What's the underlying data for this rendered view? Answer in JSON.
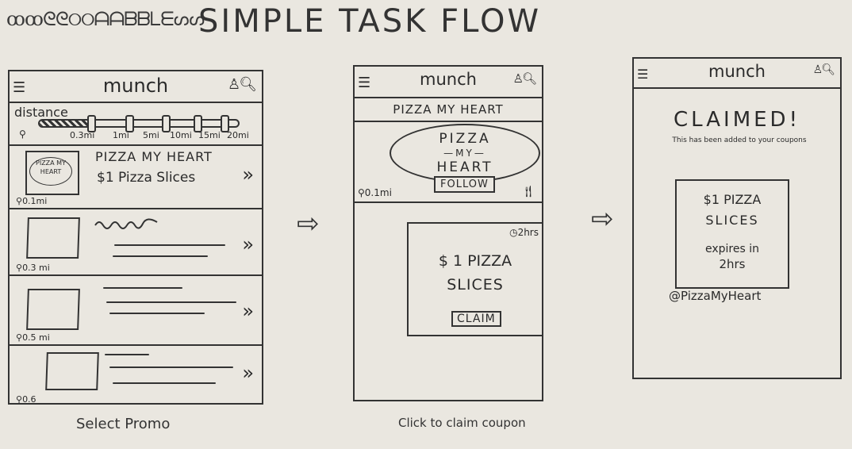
{
  "header": {
    "scribble": "ꝏꝏᘓᘓ୦୦ᗩᗩᗷᗷᒪᗴᔕᔕ",
    "title": "SIMPLE TASK FLOW"
  },
  "app": {
    "brand": "munch",
    "menu_icon": "hamburger-icon",
    "profile_icon": "person-icon",
    "search_icon": "search-icon"
  },
  "screen1": {
    "distance_label": "distance",
    "ticks": [
      "0.3mi",
      "1mi",
      "5mi",
      "10mi",
      "15mi",
      "20mi"
    ],
    "slider_value_fraction": 0.25,
    "promos": [
      {
        "name": "PIZZA MY HEART",
        "deal": "$1 Pizza Slices",
        "distance": "0.1mi",
        "logo": "PIZZA MY HEART"
      },
      {
        "distance": "0.3 mi"
      },
      {
        "distance": "0.5 mi"
      },
      {
        "distance": "0.6"
      }
    ],
    "chevron": "»",
    "caption": "Select Promo"
  },
  "screen2": {
    "venue_name": "PIZZA MY HEART",
    "logo_lines": [
      "PIZZA",
      "—MY—",
      "HEART"
    ],
    "follow_label": "FOLLOW",
    "distance": "0.1mi",
    "coupon_time": "2hrs",
    "coupon_line1": "$ 1 PIZZA",
    "coupon_line2": "SLICES",
    "claim_label": "CLAIM",
    "caption": "Click to claim coupon"
  },
  "screen3": {
    "claimed_title": "CLAIMED!",
    "claimed_sub": "This has been added to your coupons",
    "card_line1": "$1 PIZZA",
    "card_line2": "SLICES",
    "card_line3": "expires in",
    "card_line4": "2hrs",
    "handle": "@PizzaMyHeart"
  },
  "arrows": [
    "⇨",
    "⇨"
  ]
}
